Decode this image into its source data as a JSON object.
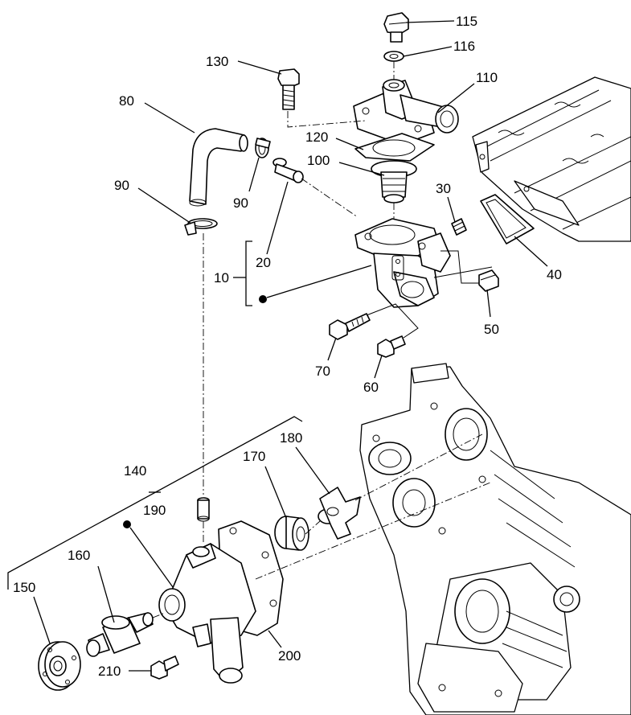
{
  "diagram": {
    "callouts": [
      {
        "id": "115",
        "text": "115"
      },
      {
        "id": "116",
        "text": "116"
      },
      {
        "id": "130",
        "text": "130"
      },
      {
        "id": "110",
        "text": "110"
      },
      {
        "id": "80",
        "text": "80"
      },
      {
        "id": "120",
        "text": "120"
      },
      {
        "id": "100",
        "text": "100"
      },
      {
        "id": "30",
        "text": "30"
      },
      {
        "id": "90a",
        "text": "90"
      },
      {
        "id": "90b",
        "text": "90"
      },
      {
        "id": "20",
        "text": "20"
      },
      {
        "id": "10",
        "text": "10"
      },
      {
        "id": "40",
        "text": "40"
      },
      {
        "id": "50",
        "text": "50"
      },
      {
        "id": "70",
        "text": "70"
      },
      {
        "id": "60",
        "text": "60"
      },
      {
        "id": "180",
        "text": "180"
      },
      {
        "id": "170",
        "text": "170"
      },
      {
        "id": "140",
        "text": "140"
      },
      {
        "id": "190",
        "text": "190"
      },
      {
        "id": "160",
        "text": "160"
      },
      {
        "id": "150",
        "text": "150"
      },
      {
        "id": "210",
        "text": "210"
      },
      {
        "id": "200",
        "text": "200"
      }
    ],
    "assembly_markers": [
      {
        "id": "10",
        "kind": "filled-dot"
      },
      {
        "id": "140",
        "kind": "filled-dot"
      }
    ]
  }
}
